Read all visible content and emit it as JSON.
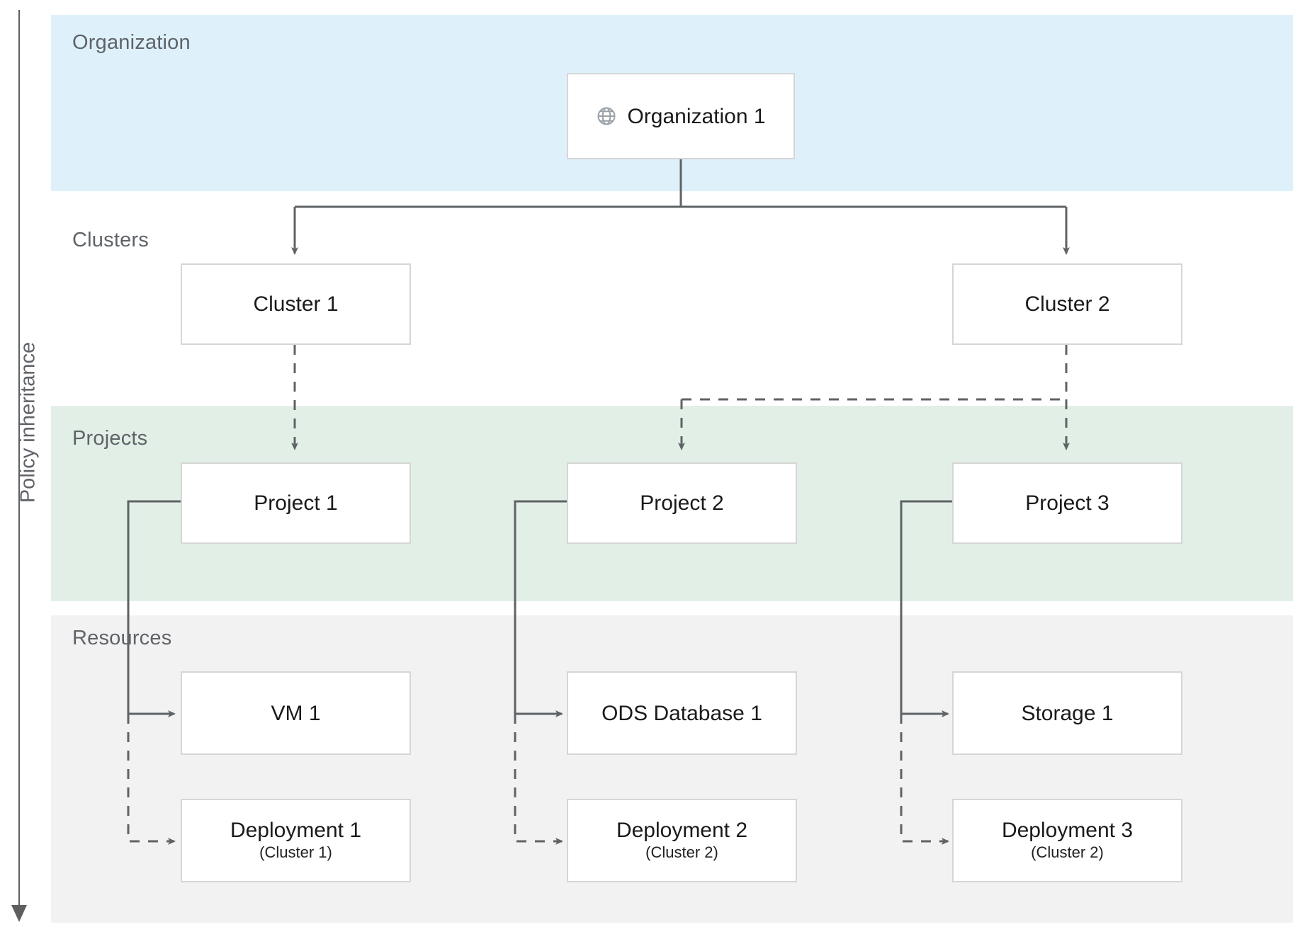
{
  "diagram": {
    "axis_label": "Policy inheritance",
    "tiers": [
      {
        "id": "organization",
        "label": "Organization",
        "color": "#deF1FB"
      },
      {
        "id": "clusters",
        "label": "Clusters",
        "color": "#ffffff"
      },
      {
        "id": "projects",
        "label": "Projects",
        "color": "#e2efe7"
      },
      {
        "id": "resources",
        "label": "Resources",
        "color": "#f2f2f2"
      }
    ],
    "nodes": {
      "organization_1": {
        "label": "Organization 1",
        "icon": "globe-icon"
      },
      "cluster_1": {
        "label": "Cluster 1"
      },
      "cluster_2": {
        "label": "Cluster 2"
      },
      "project_1": {
        "label": "Project 1"
      },
      "project_2": {
        "label": "Project 2"
      },
      "project_3": {
        "label": "Project 3"
      },
      "vm_1": {
        "label": "VM 1"
      },
      "ods_database_1": {
        "label": "ODS Database 1"
      },
      "storage_1": {
        "label": "Storage 1"
      },
      "deployment_1": {
        "label": "Deployment 1",
        "sub": "(Cluster 1)"
      },
      "deployment_2": {
        "label": "Deployment 2",
        "sub": "(Cluster 2)"
      },
      "deployment_3": {
        "label": "Deployment 3",
        "sub": "(Cluster 2)"
      }
    },
    "edges": [
      {
        "from": "organization_1",
        "to": "cluster_1",
        "style": "solid"
      },
      {
        "from": "organization_1",
        "to": "cluster_2",
        "style": "solid"
      },
      {
        "from": "cluster_1",
        "to": "project_1",
        "style": "dashed"
      },
      {
        "from": "cluster_2",
        "to": "project_2",
        "style": "dashed"
      },
      {
        "from": "cluster_2",
        "to": "project_3",
        "style": "dashed"
      },
      {
        "from": "project_1",
        "to": "vm_1",
        "style": "solid"
      },
      {
        "from": "project_1",
        "to": "deployment_1",
        "style": "dashed"
      },
      {
        "from": "project_2",
        "to": "ods_database_1",
        "style": "solid"
      },
      {
        "from": "project_2",
        "to": "deployment_2",
        "style": "dashed"
      },
      {
        "from": "project_3",
        "to": "storage_1",
        "style": "solid"
      },
      {
        "from": "project_3",
        "to": "deployment_3",
        "style": "dashed"
      }
    ],
    "colors": {
      "organization_band": "#deF1FB",
      "projects_band": "#e2efe7",
      "resources_band": "#f2f2f2",
      "node_border": "#d6d6d6",
      "connector": "#5f6365",
      "label_text": "#5f6368",
      "icon": "#9aa0a6"
    }
  }
}
